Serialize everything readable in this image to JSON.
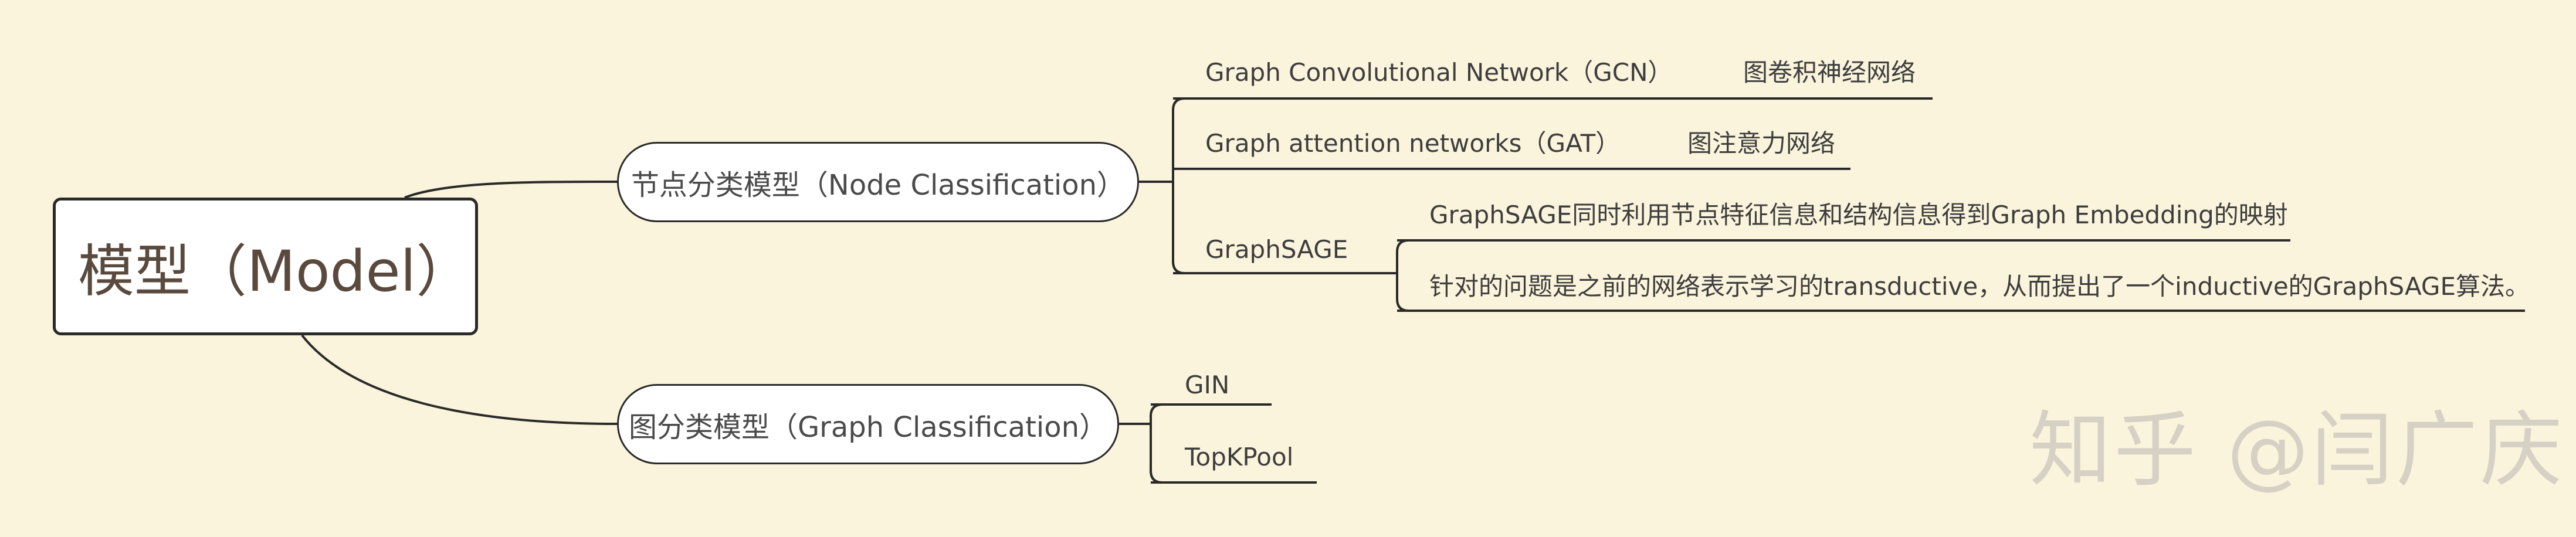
{
  "root": {
    "label": "模型（Model）"
  },
  "branches": [
    {
      "label": "节点分类模型（Node Classification）",
      "children": [
        {
          "label": "Graph Convolutional Network（GCN）",
          "note": "图卷积神经网络"
        },
        {
          "label": "Graph attention networks（GAT）",
          "note": "图注意力网络"
        },
        {
          "label": "GraphSAGE",
          "details": [
            "GraphSAGE同时利用节点特征信息和结构信息得到Graph Embedding的映射",
            "针对的问题是之前的网络表示学习的transductive，从而提出了一个inductive的GraphSAGE算法。"
          ]
        }
      ]
    },
    {
      "label": "图分类模型（Graph Classification）",
      "children": [
        {
          "label": "GIN"
        },
        {
          "label": "TopKPool"
        }
      ]
    }
  ],
  "watermark": "知乎 @闫广庆",
  "colors": {
    "background": "#fbf4dc",
    "line": "#2a2a2a",
    "node_fill": "#ffffff",
    "watermark": "#d6d1c4"
  }
}
